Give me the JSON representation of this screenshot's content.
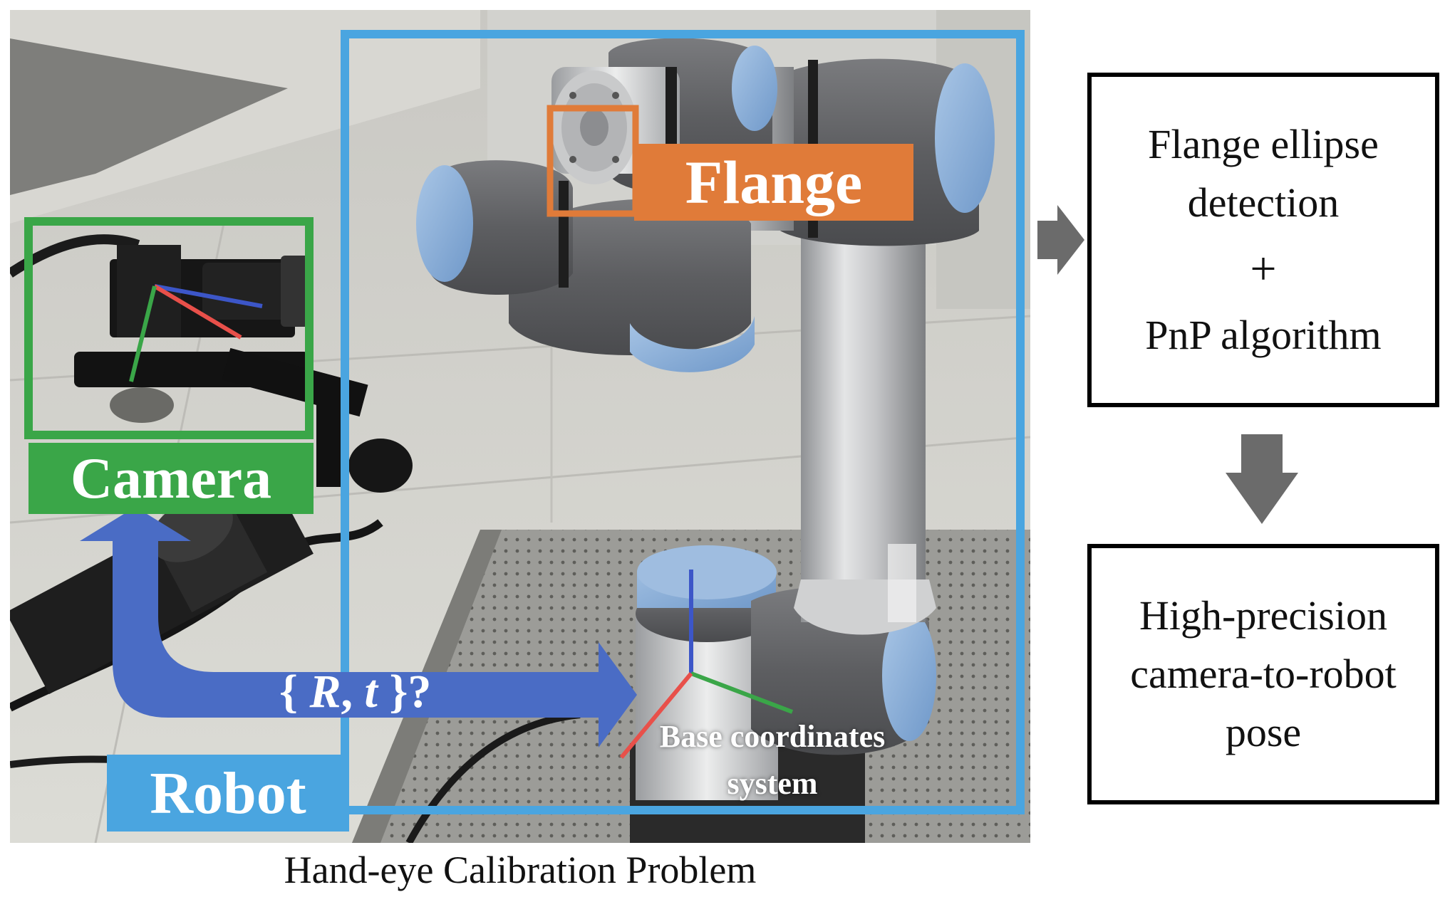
{
  "labels": {
    "flange": "Flange",
    "camera": "Camera",
    "robot": "Robot",
    "transform": "{ R, t }?",
    "transform_parts": {
      "open": "{ ",
      "r": "R",
      "comma": ", ",
      "t": "t",
      "close": " }?"
    },
    "base_line1": "Base coordinates",
    "base_line2": "system"
  },
  "pipeline": {
    "step1": [
      "Flange ellipse",
      "detection",
      "+",
      "PnP algorithm"
    ],
    "step2": [
      "High-precision",
      "camera-to-robot",
      "pose"
    ]
  },
  "caption": "Hand-eye Calibration Problem",
  "colors": {
    "flange": "#e07b39",
    "camera": "#3aa648",
    "robot": "#4aa5e0",
    "transform_arrow": "#4a6cc5",
    "flow_arrow": "#6b6b6b",
    "axis_x": "#e8504a",
    "axis_y": "#3aa648",
    "axis_z": "#3c56c8"
  }
}
